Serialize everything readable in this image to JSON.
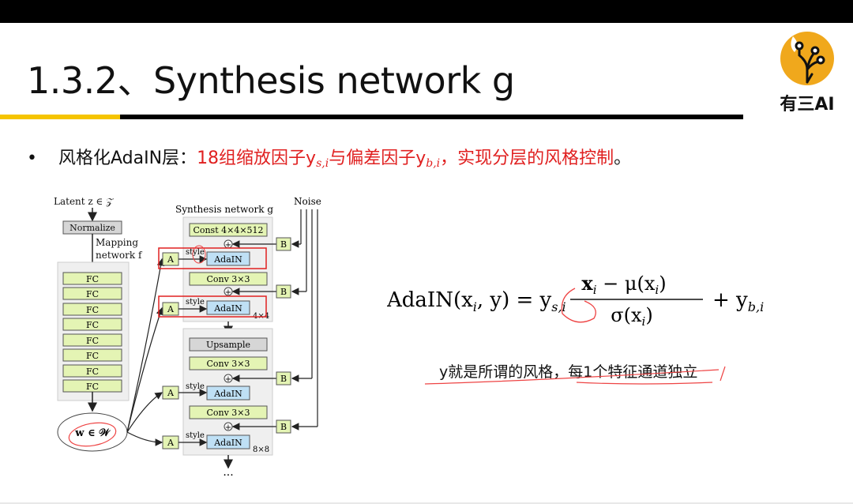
{
  "slide": {
    "title": "1.3.2、Synthesis network g",
    "logo": {
      "text": "有三AI",
      "icon": "circuit-tree-logo-icon",
      "color": "#f0a81c"
    },
    "accent_colors": {
      "yellow": "#f5c400",
      "black": "#000000",
      "red": "#e02020"
    },
    "bullet": {
      "prefix": "风格化AdaIN层：",
      "red_part1": "18组缩放因子y",
      "sub1": "s,i",
      "red_part2": "与偏差因子y",
      "sub2": "b,i",
      "red_part3": "，实现分层的风格控制",
      "suffix": "。"
    },
    "diagram": {
      "latent_label": "Latent z ∈ 𝒵",
      "normalize": "Normalize",
      "mapping_label_1": "Mapping",
      "mapping_label_2": "network f",
      "fc_blocks": [
        "FC",
        "FC",
        "FC",
        "FC",
        "FC",
        "FC",
        "FC",
        "FC"
      ],
      "w_label": "w ∈ 𝒲",
      "synthesis_label": "Synthesis network g",
      "noise_label": "Noise",
      "const": "Const 4×4×512",
      "adain": "AdaIN",
      "conv": "Conv 3×3",
      "upsample": "Upsample",
      "style": "style",
      "a": "A",
      "b": "B",
      "res1": "4×4",
      "res2": "8×8",
      "ellipsis": "···"
    },
    "formula": {
      "lhs": "AdaIN(x",
      "lhs_sub": "i",
      "lhs_rest": ", y) = y",
      "scale_sub": "s,i",
      "numerator": "x",
      "num_sub": "i",
      "num_rest": " − μ(x",
      "num_sub2": "i",
      "num_end": ")",
      "denominator": "σ(x",
      "den_sub": "i",
      "den_end": ")",
      "plus": "+ y",
      "bias_sub": "b,i"
    },
    "note": "y就是所谓的风格，每1个特征通道独立"
  }
}
